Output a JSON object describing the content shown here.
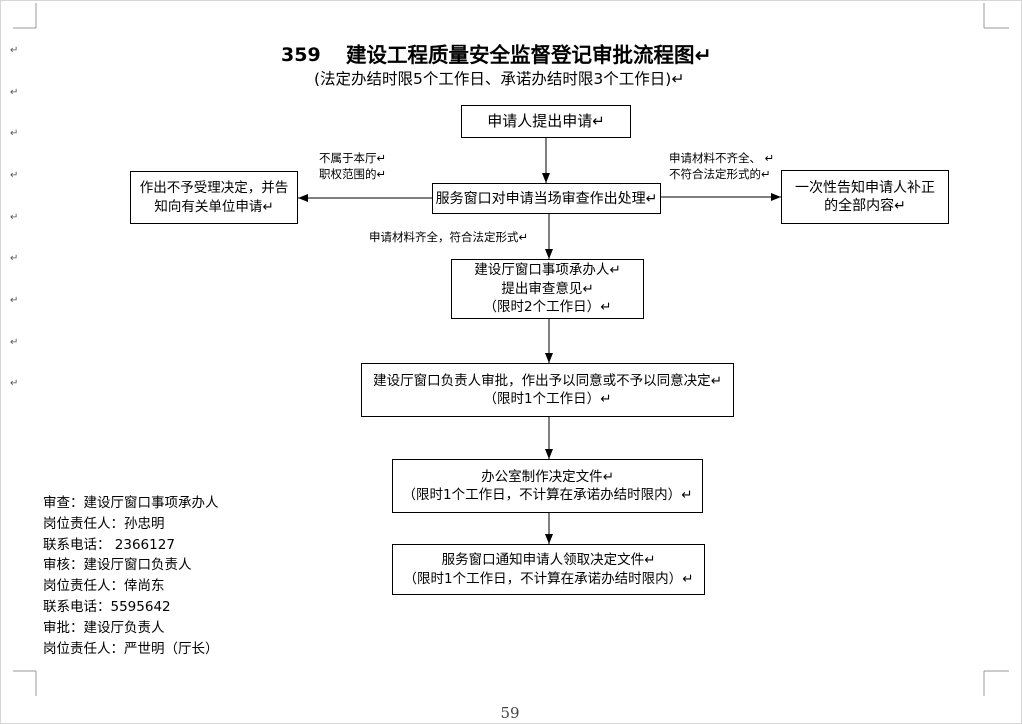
{
  "document": {
    "number": "359",
    "title": "建设工程质量安全监督登记审批流程图↵",
    "subtitle": "(法定办结时限5个工作日、承诺办结时限3个工作日)↵",
    "page_number": "59",
    "paragraph_marks": [
      "↵",
      "↵",
      "↵",
      "↵",
      "↵",
      "↵",
      "↵",
      "↵",
      "↵"
    ]
  },
  "flow": {
    "apply": [
      "申请人提出申请↵"
    ],
    "review": [
      "服务窗口对申请当场审查作出处理↵"
    ],
    "reject": [
      "作出不予受理决定，并告",
      "知向有关单位申请↵"
    ],
    "supplement": [
      "一次性告知申请人补正",
      "的全部内容↵"
    ],
    "opinion": [
      "建设厅窗口事项承办人↵",
      "提出审查意见↵",
      "（限时2个工作日）↵"
    ],
    "approve": [
      "建设厅窗口负责人审批，作出予以同意或不予以同意决定↵",
      "（限时1个工作日）↵"
    ],
    "decision_document": [
      "办公室制作决定文件↵",
      "（限时1个工作日，不计算在承诺办结时限内）↵"
    ],
    "notify": [
      "服务窗口通知申请人领取决定文件↵",
      "（限时1个工作日，不计算在承诺办结时限内）↵"
    ]
  },
  "edge_labels": {
    "out_of_scope": [
      "不属于本厅↵",
      "职权范围的↵"
    ],
    "incomplete": [
      "申请材料不齐全、 ↵",
      "不符合法定形式的↵"
    ],
    "complete": [
      "申请材料齐全，符合法定形式↵"
    ]
  },
  "responsibility": [
    "审查：建设厅窗口事项承办人",
    "岗位责任人：孙忠明",
    "联系电话： 2366127",
    "审核：建设厅窗口负责人",
    "岗位责任人：倖尚东",
    "联系电话：5595642",
    "审批：建设厅负责人",
    "岗位责任人：严世明（厅长）"
  ],
  "colors": {
    "line": "#000000",
    "page_number": "#444444",
    "crop_marks": "#9a9a9a"
  }
}
